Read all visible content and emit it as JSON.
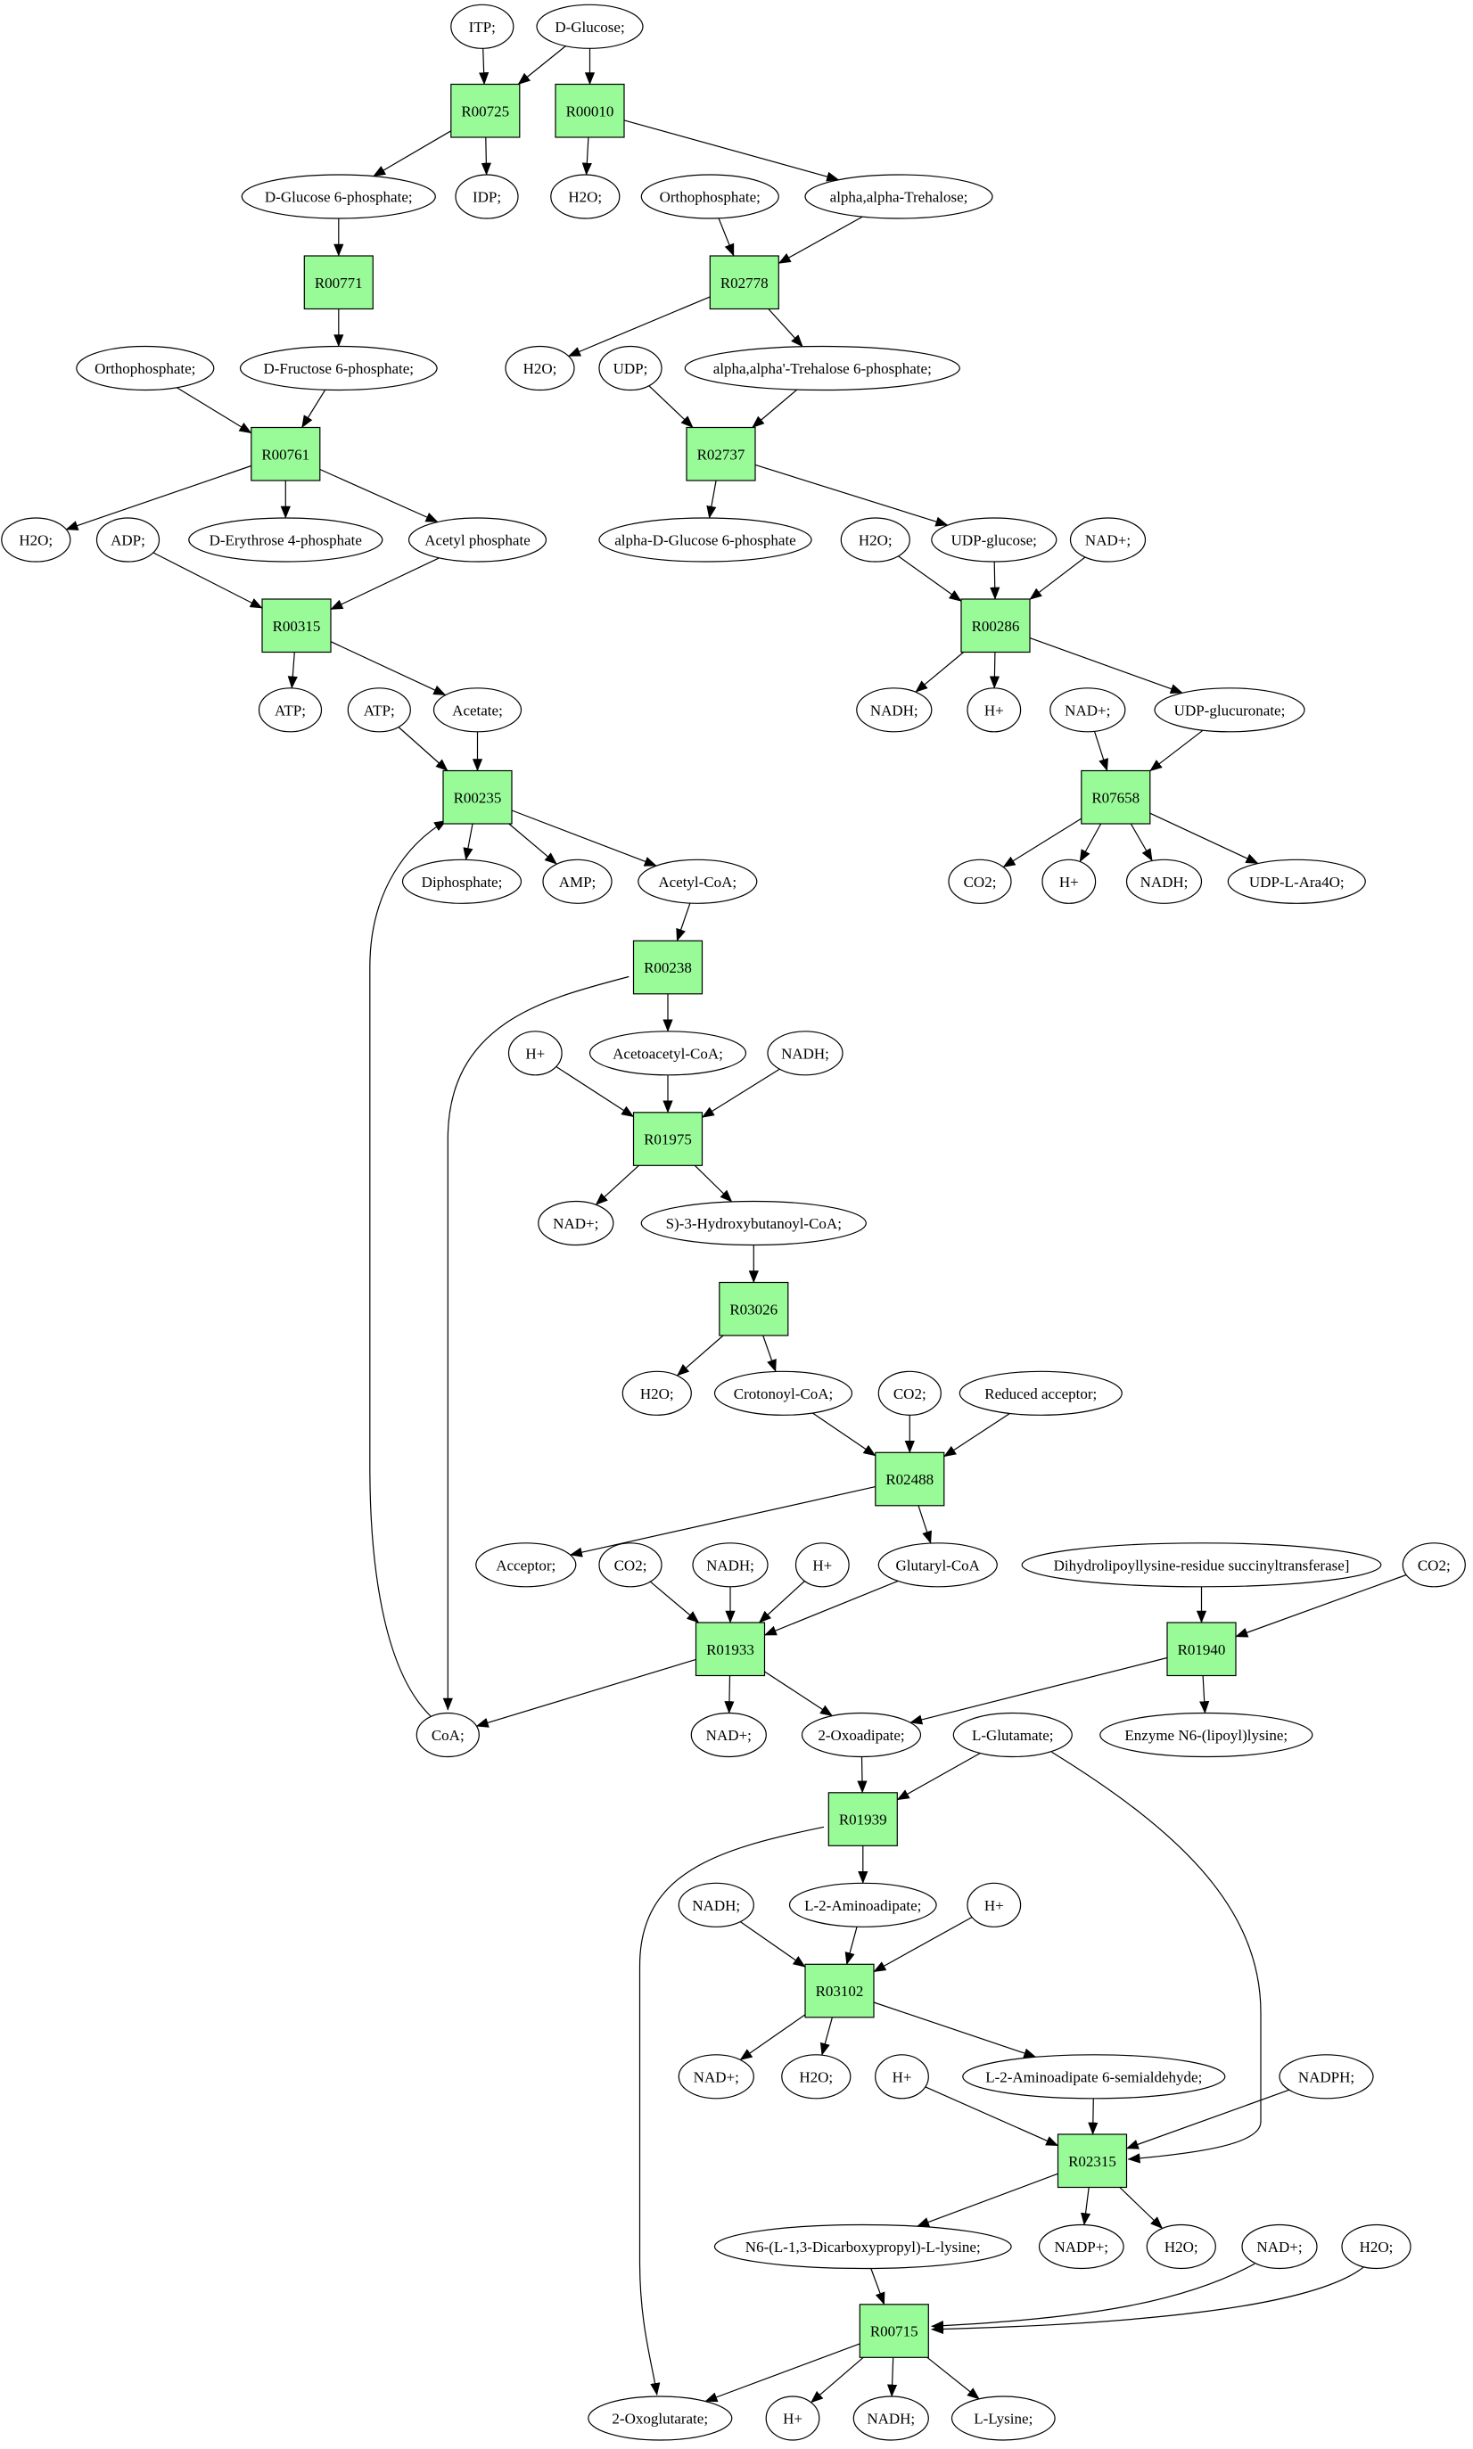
{
  "colors": {
    "reaction_fill": "#98fb98",
    "start_fill": "#00ff00",
    "target_fill": "#ffff00",
    "molecule_fill": "#ffffff",
    "stroke": "#000000"
  },
  "reactions": [
    {
      "id": "r_R00725",
      "label": "R00725"
    },
    {
      "id": "r_R00010",
      "label": "R00010"
    },
    {
      "id": "r_R00771",
      "label": "R00771"
    },
    {
      "id": "r_R02778",
      "label": "R02778"
    },
    {
      "id": "r_R00761",
      "label": "R00761"
    },
    {
      "id": "r_R02737",
      "label": "R02737"
    },
    {
      "id": "r_R00315",
      "label": "R00315"
    },
    {
      "id": "r_R00286",
      "label": "R00286"
    },
    {
      "id": "r_R00235",
      "label": "R00235"
    },
    {
      "id": "r_R07658",
      "label": "R07658"
    },
    {
      "id": "r_R00238",
      "label": "R00238"
    },
    {
      "id": "r_R01975",
      "label": "R01975"
    },
    {
      "id": "r_R03026",
      "label": "R03026"
    },
    {
      "id": "r_R02488",
      "label": "R02488"
    },
    {
      "id": "r_R01933",
      "label": "R01933"
    },
    {
      "id": "r_R01940",
      "label": "R01940"
    },
    {
      "id": "r_R01939",
      "label": "R01939"
    },
    {
      "id": "r_R03102",
      "label": "R03102"
    },
    {
      "id": "r_R02315",
      "label": "R02315"
    },
    {
      "id": "r_R00715",
      "label": "R00715"
    }
  ],
  "molecules": [
    {
      "id": "m_itp",
      "label": "ITP;"
    },
    {
      "id": "m_dglucose",
      "label": "D-Glucose;",
      "role": "start"
    },
    {
      "id": "m_g6p",
      "label": "D-Glucose 6-phosphate;"
    },
    {
      "id": "m_idp",
      "label": "IDP;"
    },
    {
      "id": "m_h2o_1",
      "label": "H2O;"
    },
    {
      "id": "m_orthophos_1",
      "label": "Orthophosphate;"
    },
    {
      "id": "m_trehalose",
      "label": "alpha,alpha-Trehalose;"
    },
    {
      "id": "m_orthophos_2",
      "label": "Orthophosphate;"
    },
    {
      "id": "m_f6p",
      "label": "D-Fructose 6-phosphate;"
    },
    {
      "id": "m_h2o_2",
      "label": "H2O;"
    },
    {
      "id": "m_udp",
      "label": "UDP;"
    },
    {
      "id": "m_tre6p",
      "label": "alpha,alpha'-Trehalose 6-phosphate;"
    },
    {
      "id": "m_h2o_3",
      "label": "H2O;"
    },
    {
      "id": "m_adp",
      "label": "ADP;"
    },
    {
      "id": "m_e4p",
      "label": "D-Erythrose 4-phosphate"
    },
    {
      "id": "m_acetylp",
      "label": "Acetyl phosphate"
    },
    {
      "id": "m_adg6p",
      "label": "alpha-D-Glucose 6-phosphate"
    },
    {
      "id": "m_h2o_4",
      "label": "H2O;"
    },
    {
      "id": "m_udpglc",
      "label": "UDP-glucose;"
    },
    {
      "id": "m_nadp_1",
      "label": "NAD+;"
    },
    {
      "id": "m_atp_1",
      "label": "ATP;"
    },
    {
      "id": "m_atp_2",
      "label": "ATP;"
    },
    {
      "id": "m_acetate",
      "label": "Acetate;"
    },
    {
      "id": "m_nadh_1",
      "label": "NADH;"
    },
    {
      "id": "m_hp_1",
      "label": "H+"
    },
    {
      "id": "m_nadp_2",
      "label": "NAD+;"
    },
    {
      "id": "m_udpglcA",
      "label": "UDP-glucuronate;"
    },
    {
      "id": "m_diphos",
      "label": "Diphosphate;"
    },
    {
      "id": "m_amp",
      "label": "AMP;"
    },
    {
      "id": "m_acetylcoa",
      "label": "Acetyl-CoA;"
    },
    {
      "id": "m_co2_1",
      "label": "CO2;"
    },
    {
      "id": "m_hp_2",
      "label": "H+"
    },
    {
      "id": "m_nadh_2",
      "label": "NADH;"
    },
    {
      "id": "m_udpara",
      "label": "UDP-L-Ara4O;"
    },
    {
      "id": "m_hp_3",
      "label": "H+"
    },
    {
      "id": "m_acacoa",
      "label": "Acetoacetyl-CoA;"
    },
    {
      "id": "m_nadh_3",
      "label": "NADH;"
    },
    {
      "id": "m_nadp_3",
      "label": "NAD+;"
    },
    {
      "id": "m_hbcoa",
      "label": "S)-3-Hydroxybutanoyl-CoA;"
    },
    {
      "id": "m_h2o_5",
      "label": "H2O;"
    },
    {
      "id": "m_crotcoa",
      "label": "Crotonoyl-CoA;"
    },
    {
      "id": "m_co2_2",
      "label": "CO2;"
    },
    {
      "id": "m_redacc",
      "label": "Reduced acceptor;"
    },
    {
      "id": "m_acceptor",
      "label": "Acceptor;"
    },
    {
      "id": "m_co2_3",
      "label": "CO2;"
    },
    {
      "id": "m_nadh_4",
      "label": "NADH;"
    },
    {
      "id": "m_hp_4",
      "label": "H+"
    },
    {
      "id": "m_glutcoa",
      "label": "Glutaryl-CoA"
    },
    {
      "id": "m_dihydro",
      "label": "Dihydrolipoyllysine-residue succinyltransferase]"
    },
    {
      "id": "m_co2_4",
      "label": "CO2;"
    },
    {
      "id": "m_coa",
      "label": "CoA;"
    },
    {
      "id": "m_nadp_4",
      "label": "NAD+;"
    },
    {
      "id": "m_oxoadip",
      "label": "2-Oxoadipate;"
    },
    {
      "id": "m_lglu",
      "label": "L-Glutamate;"
    },
    {
      "id": "m_enzn6",
      "label": "Enzyme N6-(lipoyl)lysine;"
    },
    {
      "id": "m_nadh_5",
      "label": "NADH;"
    },
    {
      "id": "m_l2aa",
      "label": "L-2-Aminoadipate;"
    },
    {
      "id": "m_hp_5",
      "label": "H+"
    },
    {
      "id": "m_nadp_5",
      "label": "NAD+;"
    },
    {
      "id": "m_h2o_6",
      "label": "H2O;"
    },
    {
      "id": "m_hp_6",
      "label": "H+"
    },
    {
      "id": "m_l2aasa",
      "label": "L-2-Aminoadipate 6-semialdehyde;"
    },
    {
      "id": "m_nadph",
      "label": "NADPH;"
    },
    {
      "id": "m_saccharopine",
      "label": "N6-(L-1,3-Dicarboxypropyl)-L-lysine;"
    },
    {
      "id": "m_nadpplus",
      "label": "NADP+;"
    },
    {
      "id": "m_h2o_7",
      "label": "H2O;"
    },
    {
      "id": "m_nadp_6",
      "label": "NAD+;"
    },
    {
      "id": "m_h2o_8",
      "label": "H2O;"
    },
    {
      "id": "m_2oxoglut",
      "label": "2-Oxoglutarate;"
    },
    {
      "id": "m_hp_7",
      "label": "H+"
    },
    {
      "id": "m_nadh_6",
      "label": "NADH;"
    },
    {
      "id": "m_llys",
      "label": "L-Lysine;",
      "role": "target"
    }
  ],
  "edges": [
    [
      "m_itp",
      "r_R00725"
    ],
    [
      "m_dglucose",
      "r_R00725"
    ],
    [
      "m_dglucose",
      "r_R00010"
    ],
    [
      "r_R00725",
      "m_g6p"
    ],
    [
      "r_R00725",
      "m_idp"
    ],
    [
      "r_R00010",
      "m_h2o_1"
    ],
    [
      "r_R00010",
      "m_trehalose"
    ],
    [
      "m_g6p",
      "r_R00771"
    ],
    [
      "m_orthophos_1",
      "r_R02778"
    ],
    [
      "m_trehalose",
      "r_R02778"
    ],
    [
      "r_R00771",
      "m_f6p"
    ],
    [
      "r_R02778",
      "m_h2o_2"
    ],
    [
      "r_R02778",
      "m_tre6p"
    ],
    [
      "m_orthophos_2",
      "r_R00761"
    ],
    [
      "m_f6p",
      "r_R00761"
    ],
    [
      "m_udp",
      "r_R02737"
    ],
    [
      "m_tre6p",
      "r_R02737"
    ],
    [
      "r_R00761",
      "m_h2o_3"
    ],
    [
      "r_R00761",
      "m_e4p"
    ],
    [
      "r_R00761",
      "m_acetylp"
    ],
    [
      "r_R02737",
      "m_adg6p"
    ],
    [
      "r_R02737",
      "m_udpglc"
    ],
    [
      "m_adp",
      "r_R00315"
    ],
    [
      "m_acetylp",
      "r_R00315"
    ],
    [
      "m_h2o_4",
      "r_R00286"
    ],
    [
      "m_udpglc",
      "r_R00286"
    ],
    [
      "m_nadp_1",
      "r_R00286"
    ],
    [
      "r_R00315",
      "m_atp_1"
    ],
    [
      "r_R00315",
      "m_acetate"
    ],
    [
      "r_R00286",
      "m_nadh_1"
    ],
    [
      "r_R00286",
      "m_hp_1"
    ],
    [
      "r_R00286",
      "m_udpglcA"
    ],
    [
      "m_atp_2",
      "r_R00235"
    ],
    [
      "m_acetate",
      "r_R00235"
    ],
    [
      "m_coa",
      "r_R00235"
    ],
    [
      "m_nadp_2",
      "r_R07658"
    ],
    [
      "m_udpglcA",
      "r_R07658"
    ],
    [
      "r_R00235",
      "m_diphos"
    ],
    [
      "r_R00235",
      "m_amp"
    ],
    [
      "r_R00235",
      "m_acetylcoa"
    ],
    [
      "r_R07658",
      "m_co2_1"
    ],
    [
      "r_R07658",
      "m_hp_2"
    ],
    [
      "r_R07658",
      "m_nadh_2"
    ],
    [
      "r_R07658",
      "m_udpara"
    ],
    [
      "m_acetylcoa",
      "r_R00238"
    ],
    [
      "r_R00238",
      "m_acacoa"
    ],
    [
      "r_R00238",
      "m_coa"
    ],
    [
      "m_hp_3",
      "r_R01975"
    ],
    [
      "m_acacoa",
      "r_R01975"
    ],
    [
      "m_nadh_3",
      "r_R01975"
    ],
    [
      "r_R01975",
      "m_nadp_3"
    ],
    [
      "r_R01975",
      "m_hbcoa"
    ],
    [
      "m_hbcoa",
      "r_R03026"
    ],
    [
      "r_R03026",
      "m_h2o_5"
    ],
    [
      "r_R03026",
      "m_crotcoa"
    ],
    [
      "m_crotcoa",
      "r_R02488"
    ],
    [
      "m_co2_2",
      "r_R02488"
    ],
    [
      "m_redacc",
      "r_R02488"
    ],
    [
      "r_R02488",
      "m_acceptor"
    ],
    [
      "r_R02488",
      "m_glutcoa"
    ],
    [
      "m_co2_3",
      "r_R01933"
    ],
    [
      "m_nadh_4",
      "r_R01933"
    ],
    [
      "m_hp_4",
      "r_R01933"
    ],
    [
      "m_glutcoa",
      "r_R01933"
    ],
    [
      "m_dihydro",
      "r_R01940"
    ],
    [
      "m_co2_4",
      "r_R01940"
    ],
    [
      "r_R01933",
      "m_coa"
    ],
    [
      "r_R01933",
      "m_nadp_4"
    ],
    [
      "r_R01933",
      "m_oxoadip"
    ],
    [
      "r_R01940",
      "m_oxoadip"
    ],
    [
      "r_R01940",
      "m_enzn6"
    ],
    [
      "m_oxoadip",
      "r_R01939"
    ],
    [
      "m_lglu",
      "r_R01939"
    ],
    [
      "m_lglu",
      "r_R02315"
    ],
    [
      "r_R01939",
      "m_l2aa"
    ],
    [
      "r_R01939",
      "m_2oxoglut"
    ],
    [
      "m_nadh_5",
      "r_R03102"
    ],
    [
      "m_l2aa",
      "r_R03102"
    ],
    [
      "m_hp_5",
      "r_R03102"
    ],
    [
      "r_R03102",
      "m_nadp_5"
    ],
    [
      "r_R03102",
      "m_h2o_6"
    ],
    [
      "r_R03102",
      "m_l2aasa"
    ],
    [
      "m_hp_6",
      "r_R02315"
    ],
    [
      "m_l2aasa",
      "r_R02315"
    ],
    [
      "m_nadph",
      "r_R02315"
    ],
    [
      "r_R02315",
      "m_saccharopine"
    ],
    [
      "r_R02315",
      "m_nadpplus"
    ],
    [
      "r_R02315",
      "m_h2o_7"
    ],
    [
      "m_saccharopine",
      "r_R00715"
    ],
    [
      "m_nadp_6",
      "r_R00715"
    ],
    [
      "m_h2o_8",
      "r_R00715"
    ],
    [
      "r_R00715",
      "m_2oxoglut"
    ],
    [
      "r_R00715",
      "m_hp_7"
    ],
    [
      "r_R00715",
      "m_nadh_6"
    ],
    [
      "r_R00715",
      "m_llys"
    ]
  ]
}
